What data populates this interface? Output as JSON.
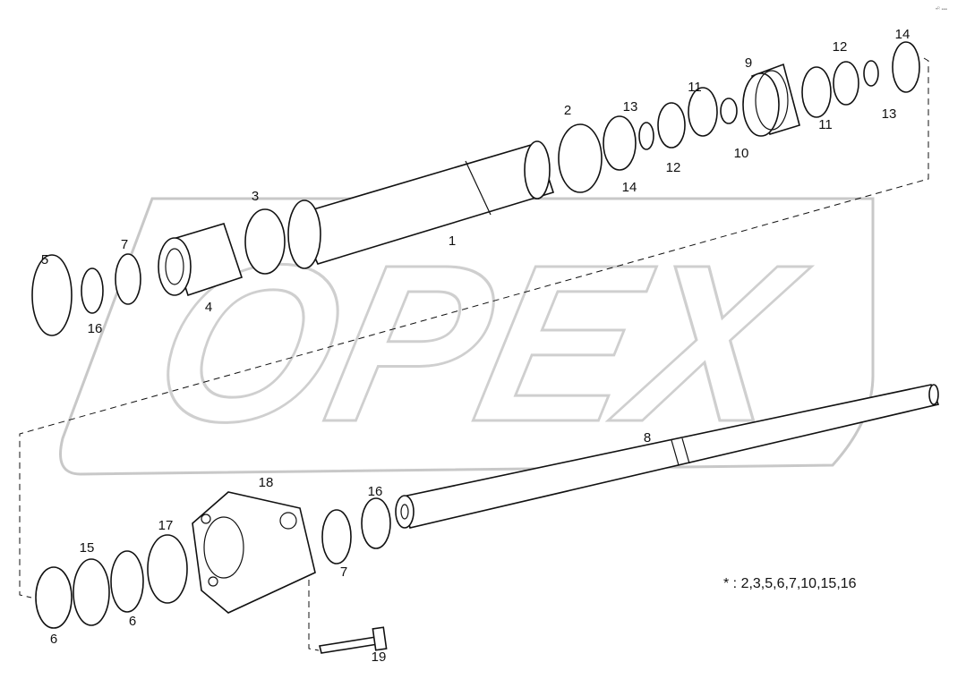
{
  "diagram": {
    "watermark": "OPEX",
    "corner_mark": "•ᴿ ▪▪▪",
    "labels": [
      "1",
      "2",
      "3",
      "4",
      "5",
      "7",
      "16",
      "13",
      "14",
      "11",
      "12",
      "10",
      "9",
      "11",
      "12",
      "13",
      "14",
      "8",
      "18",
      "16",
      "17",
      "15",
      "7",
      "6",
      "6",
      "19"
    ],
    "note": "* : 2,3,5,6,7,10,15,16"
  }
}
